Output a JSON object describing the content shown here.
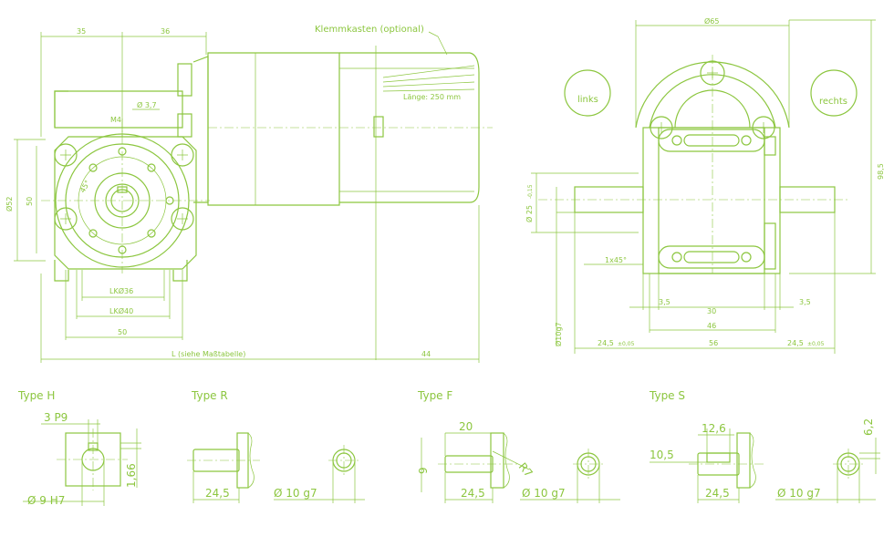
{
  "colors": {
    "line": "#8cc63f",
    "background": "#ffffff"
  },
  "front_view": {
    "dim_35": "35",
    "dim_36": "36",
    "dim_hole": "Ø 3,7",
    "dim_thread": "M4",
    "dim_angle": "45°",
    "dim_d52": "Ø52",
    "dim_50v": "50",
    "dim_lk36": "LKØ36",
    "dim_lk40": "LKØ40",
    "dim_50h": "50"
  },
  "side_view": {
    "terminal_box": "Klemmkasten (optional)",
    "cable_length": "Länge: 250 mm",
    "dim_length": "L   (siehe Maßtabelle)",
    "dim_44": "44"
  },
  "gear_view": {
    "dim_d65": "Ø65",
    "left_label": "links",
    "right_label": "rechts",
    "dim_98_5": "98,5",
    "dim_d25": "Ø 25",
    "dim_d25_tol": "-0,15",
    "dim_chamfer": "1x45°",
    "dim_3_5_left": "3,5",
    "dim_30": "30",
    "dim_3_5_right": "3,5",
    "dim_46": "46",
    "dim_d10": "Ø10g7",
    "dim_24_5_left": "24,5",
    "tol_left": "±0,05",
    "dim_56": "56",
    "dim_24_5_right": "24,5",
    "tol_right": "±0,05"
  },
  "types": {
    "h": {
      "title": "Type H",
      "key": "3 P9",
      "bore": "Ø  9 H7",
      "depth": "1,66"
    },
    "r": {
      "title": "Type R",
      "length": "24,5",
      "diameter": "Ø 10 g7"
    },
    "f": {
      "title": "Type F",
      "flat": "20",
      "height": "9",
      "radius": "R7",
      "length": "24,5",
      "diameter": "Ø 10 g7"
    },
    "s": {
      "title": "Type S",
      "key_len": "12,6",
      "depth": "10,5",
      "width": "6,2",
      "length": "24,5",
      "diameter": "Ø 10 g7"
    }
  }
}
